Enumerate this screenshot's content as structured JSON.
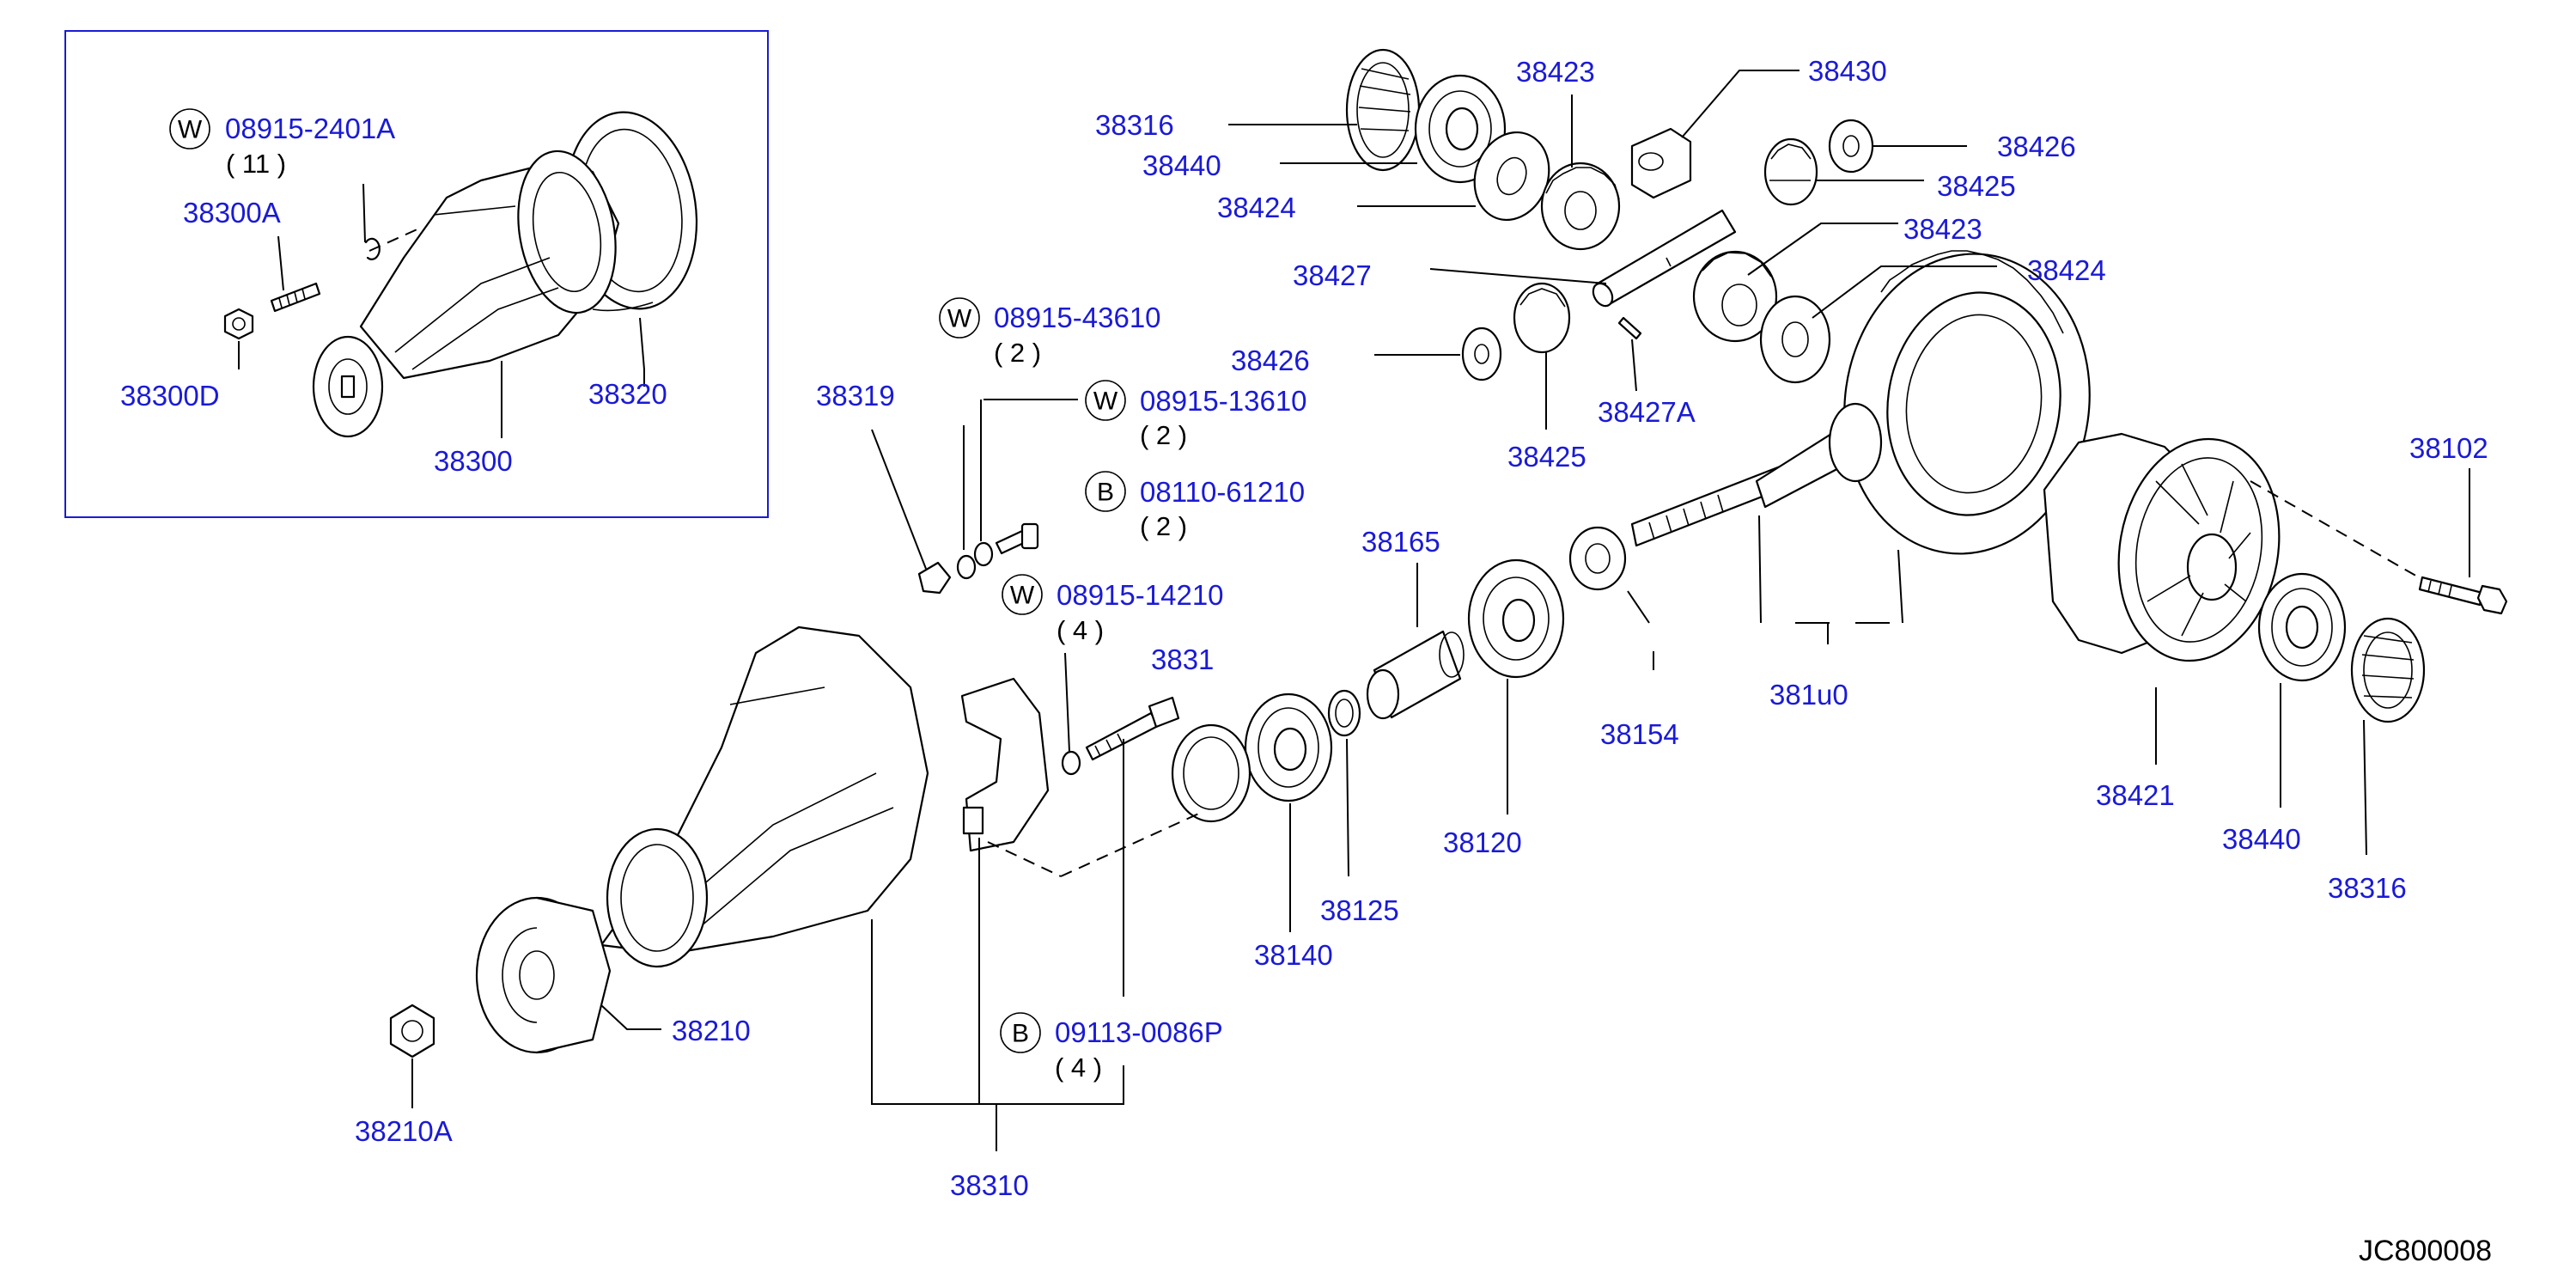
{
  "diagram_id": "JC800008",
  "callouts": {
    "c08915_2401A": {
      "part": "08915-2401A",
      "badge": "W",
      "qty": "( 11 )"
    },
    "c38300A": "38300A",
    "c38300D": "38300D",
    "c38300": "38300",
    "c38320": "38320",
    "c38316_top": "38316",
    "c38440_top": "38440",
    "c38424_top": "38424",
    "c38423_top": "38423",
    "c38430": "38430",
    "c38426_right": "38426",
    "c38425_right": "38425",
    "c38423_mid": "38423",
    "c38424_mid": "38424",
    "c38427": "38427",
    "c38426_left": "38426",
    "c38425_low": "38425",
    "c38427A": "38427A",
    "c08915_43610": {
      "part": "08915-43610",
      "badge": "W",
      "qty": "( 2 )"
    },
    "c08915_13610": {
      "part": "08915-13610",
      "badge": "W",
      "qty": "( 2 )"
    },
    "c08110_61210": {
      "part": "08110-61210",
      "badge": "B",
      "qty": "( 2 )"
    },
    "c08915_14210": {
      "part": "08915-14210",
      "badge": "W",
      "qty": "( 4 )"
    },
    "c38319": "38319",
    "c3831x": "3831",
    "c38165": "38165",
    "c38154": "38154",
    "c38100": "381u0",
    "c38102": "38102",
    "c38120": "38120",
    "c38125": "38125",
    "c38140": "38140",
    "c38421": "38421",
    "c38440_bot": "38440",
    "c38316_bot": "38316",
    "c38210": "38210",
    "c38210A": "38210A",
    "c09113_0086P": {
      "part": "09113-0086P",
      "badge": "B",
      "qty": "( 4 )"
    },
    "c38310": "38310"
  }
}
